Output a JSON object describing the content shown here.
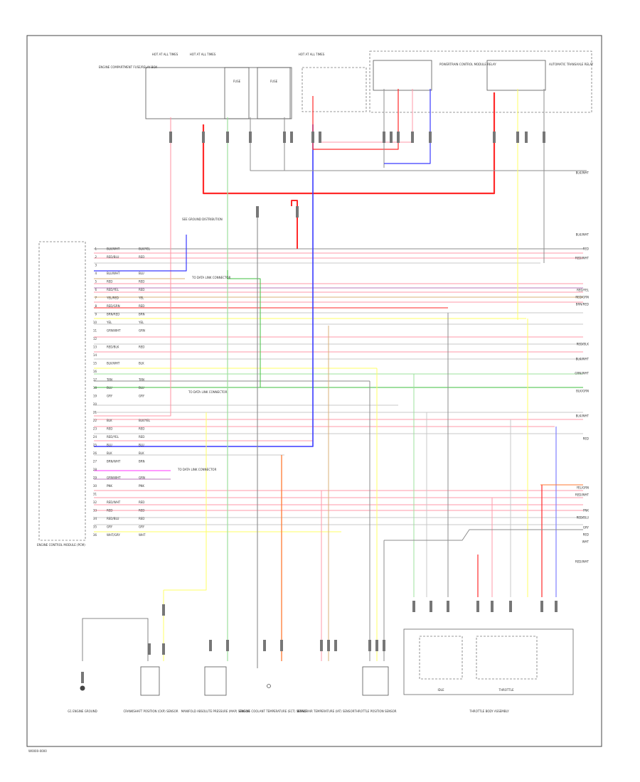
{
  "colors": {
    "red": "#ff2a2a",
    "pink": "#ff9aa8",
    "blue": "#3a3aff",
    "lightblue": "#8080ff",
    "green": "#3fbf3f",
    "lightgreen": "#9ce09c",
    "yellow": "#ffff66",
    "orange": "#ff7a33",
    "tan": "#d8b27a",
    "gray": "#8c8c8c",
    "lightgray": "#c8c8c8",
    "black": "#333333",
    "magenta": "#ff33ff",
    "violet": "#b87ab8"
  },
  "top_components": [
    {
      "id": "c1",
      "label": "ENGINE COMPARTMENT FUSE/RELAY BOX"
    },
    {
      "id": "c2",
      "label": "HOT AT ALL TIMES"
    },
    {
      "id": "c3",
      "label": "HOT AT ALL TIMES"
    },
    {
      "id": "c4",
      "label": "FUSE"
    },
    {
      "id": "c5",
      "label": "FUSE"
    },
    {
      "id": "c6",
      "label": "HOT AT ALL TIMES"
    },
    {
      "id": "c7",
      "label": "POWERTRAIN CONTROL MODULE RELAY"
    },
    {
      "id": "c8",
      "label": "AUTOMATIC TRANSAXLE RELAY"
    }
  ],
  "ecm": {
    "label": "ENGINE CONTROL MODULE (PCM)",
    "pins": [
      {
        "n": "1",
        "color": "BLK/WHT",
        "circuit": "BLK/YEL"
      },
      {
        "n": "2",
        "color": "RED/BLU",
        "circuit": "RED"
      },
      {
        "n": "3",
        "color": "",
        "circuit": ""
      },
      {
        "n": "4",
        "color": "BLU/WHT",
        "circuit": "BLU"
      },
      {
        "n": "5",
        "color": "RED",
        "circuit": "RED"
      },
      {
        "n": "6",
        "color": "RED/YEL",
        "circuit": "RED"
      },
      {
        "n": "7",
        "color": "YEL/RED",
        "circuit": "YEL"
      },
      {
        "n": "8",
        "color": "RED/GRN",
        "circuit": "RED"
      },
      {
        "n": "9",
        "color": "BRN/RED",
        "circuit": "BRN"
      },
      {
        "n": "10",
        "color": "YEL",
        "circuit": "YEL"
      },
      {
        "n": "11",
        "color": "GRN/WHT",
        "circuit": "GRN"
      },
      {
        "n": "12",
        "color": "",
        "circuit": ""
      },
      {
        "n": "13",
        "color": "RED/BLK",
        "circuit": "RED"
      },
      {
        "n": "14",
        "color": "",
        "circuit": ""
      },
      {
        "n": "15",
        "color": "BLK/WHT",
        "circuit": "BLK"
      },
      {
        "n": "16",
        "color": "",
        "circuit": ""
      },
      {
        "n": "17",
        "color": "TAN",
        "circuit": "TAN"
      },
      {
        "n": "18",
        "color": "BLU",
        "circuit": "BLU"
      },
      {
        "n": "19",
        "color": "GRY",
        "circuit": "GRY"
      },
      {
        "n": "20",
        "color": "",
        "circuit": ""
      },
      {
        "n": "21",
        "color": "",
        "circuit": ""
      },
      {
        "n": "22",
        "color": "BLK",
        "circuit": "BLK/YEL"
      },
      {
        "n": "23",
        "color": "RED",
        "circuit": "RED"
      },
      {
        "n": "24",
        "color": "RED/YEL",
        "circuit": "RED"
      },
      {
        "n": "25",
        "color": "BLU",
        "circuit": "BLU"
      },
      {
        "n": "26",
        "color": "BLK",
        "circuit": "BLK"
      },
      {
        "n": "27",
        "color": "BRN/WHT",
        "circuit": "BRN"
      },
      {
        "n": "28",
        "color": "",
        "circuit": ""
      },
      {
        "n": "29",
        "color": "GRN/WHT",
        "circuit": "GRN"
      },
      {
        "n": "30",
        "color": "PNK",
        "circuit": "PNK"
      },
      {
        "n": "31",
        "color": "",
        "circuit": ""
      },
      {
        "n": "32",
        "color": "RED/WHT",
        "circuit": "RED"
      },
      {
        "n": "33",
        "color": "RED",
        "circuit": "RED"
      },
      {
        "n": "34",
        "color": "RED/BLU",
        "circuit": "RED"
      },
      {
        "n": "35",
        "color": "GRY",
        "circuit": "GRY"
      },
      {
        "n": "36",
        "color": "WHT/GRY",
        "circuit": "WHT"
      }
    ]
  },
  "notes": [
    {
      "id": "n1",
      "text": "SEE GROUND DISTRIBUTION"
    },
    {
      "id": "n2",
      "text": "TO DATA LINK CONNECTOR"
    },
    {
      "id": "n3",
      "text": "TO DATA LINK CONNECTOR"
    },
    {
      "id": "n4",
      "text": "TO DATA LINK CONNECTOR"
    }
  ],
  "right_labels": [
    {
      "id": "r1",
      "text": "BLK/WHT"
    },
    {
      "id": "r2",
      "text": "BLK/WHT"
    },
    {
      "id": "r3",
      "text": "RED"
    },
    {
      "id": "r4",
      "text": "RED/WHT"
    },
    {
      "id": "r5",
      "text": "RED/YEL"
    },
    {
      "id": "r6",
      "text": "RED/GRN"
    },
    {
      "id": "r7",
      "text": "BRN/RED"
    },
    {
      "id": "r8",
      "text": "RED/BLK"
    },
    {
      "id": "r9",
      "text": "BLK/WHT"
    },
    {
      "id": "r10",
      "text": "GRN/WHT"
    },
    {
      "id": "r11",
      "text": "BLK/GRN"
    },
    {
      "id": "r12",
      "text": "BLK/WHT"
    },
    {
      "id": "r13",
      "text": "RED"
    },
    {
      "id": "r14",
      "text": "YEL/GRN"
    },
    {
      "id": "r15",
      "text": "RED/WHT"
    },
    {
      "id": "r16",
      "text": "PNK"
    },
    {
      "id": "r17",
      "text": "RED/BLU"
    },
    {
      "id": "r18",
      "text": "GRY"
    },
    {
      "id": "r19",
      "text": "RED"
    },
    {
      "id": "r20",
      "text": "WHT"
    },
    {
      "id": "r21",
      "text": "RED/WHT"
    }
  ],
  "bottom_components": [
    {
      "id": "b1",
      "label": "G1 ENGINE GROUND"
    },
    {
      "id": "b2",
      "label": "CRANKSHAFT POSITION (CKP) SENSOR"
    },
    {
      "id": "b3",
      "label": "MANIFOLD ABSOLUTE PRESSURE (MAP) SENSOR"
    },
    {
      "id": "b4",
      "label": "ENGINE COOLANT TEMPERATURE (ECT) SENSOR"
    },
    {
      "id": "b5",
      "label": "INTAKE AIR TEMPERATURE (IAT) SENSOR"
    },
    {
      "id": "b6",
      "label": "THROTTLE POSITION SENSOR"
    },
    {
      "id": "b7",
      "label": "THROTTLE BODY ASSEMBLY"
    }
  ],
  "throttle_sub": {
    "left": "IDLE",
    "right": "THROTTLE"
  },
  "footer_code": "W0000-0000"
}
